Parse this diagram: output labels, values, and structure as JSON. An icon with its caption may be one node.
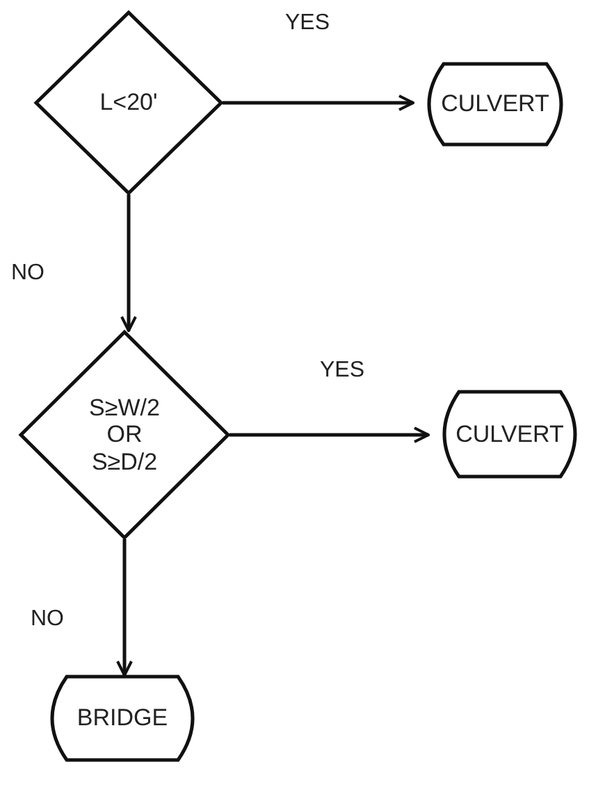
{
  "diagram": {
    "nodes": [
      {
        "text": [
          "L<20'"
        ]
      },
      {
        "text": [
          "CULVERT"
        ]
      },
      {
        "text": [
          "S≥W/2 OR S≥D/2"
        ]
      },
      {
        "text": [
          "CULVERT"
        ]
      },
      {
        "text": [
          "BRIDGE"
        ]
      }
    ],
    "edges": [
      {
        "from": 0,
        "to": 1,
        "arrow": "to",
        "label": "YES"
      },
      {
        "from": 0,
        "to": 2,
        "arrow": "to",
        "label": "NO"
      },
      {
        "from": 2,
        "to": 3,
        "arrow": "to",
        "label": "YES"
      },
      {
        "from": 2,
        "to": 4,
        "arrow": "to",
        "label": "NO"
      }
    ]
  }
}
